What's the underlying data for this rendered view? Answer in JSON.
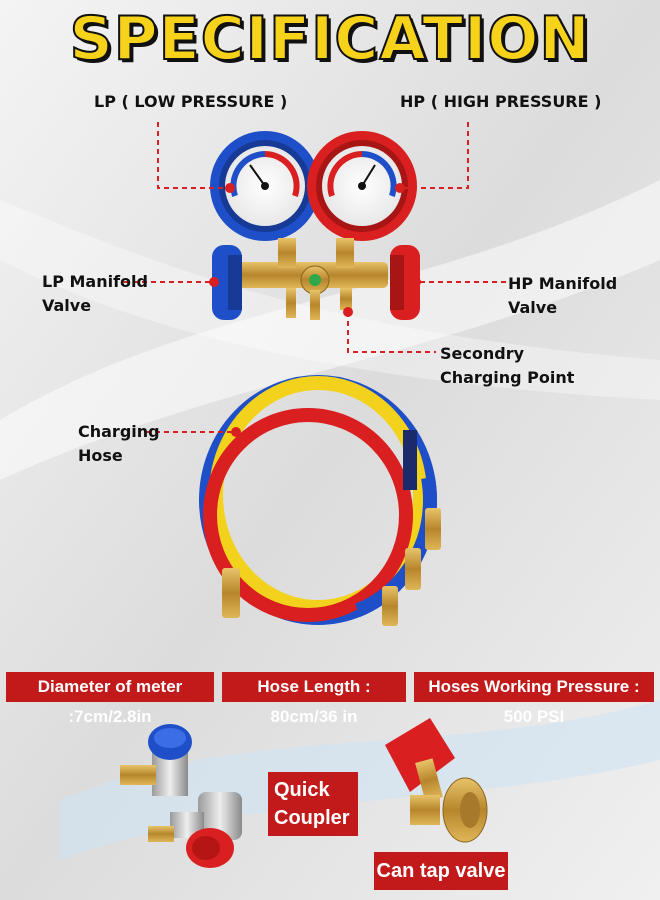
{
  "title": "SPECIFICATION",
  "labels": {
    "lp": "LP ( LOW PRESSURE )",
    "hp": "HP ( HIGH PRESSURE )",
    "lp_valve_line1": "LP Manifold",
    "lp_valve_line2": "Valve",
    "hp_valve_line1": "HP Manifold",
    "hp_valve_line2": "Valve",
    "secondary_line1": "Secondry",
    "secondary_line2": "Charging Point",
    "hose_line1": "Charging",
    "hose_line2": "Hose"
  },
  "specs": {
    "diameter": "Diameter of meter :7cm/2.8in",
    "hose_length": "Hose Length : 80cm/36 in",
    "pressure": "Hoses Working Pressure : 500 PSI"
  },
  "accessories": {
    "quick_line1": "Quick",
    "quick_line2": "Coupler",
    "can_tap": "Can tap valve"
  },
  "colors": {
    "accent_red": "#c21a1a",
    "title_yellow": "#f7d21a",
    "gauge_blue": "#1f4fc8",
    "gauge_red": "#d91f1f",
    "hose_yellow": "#f2d21c",
    "brass": "#c99a3a"
  }
}
